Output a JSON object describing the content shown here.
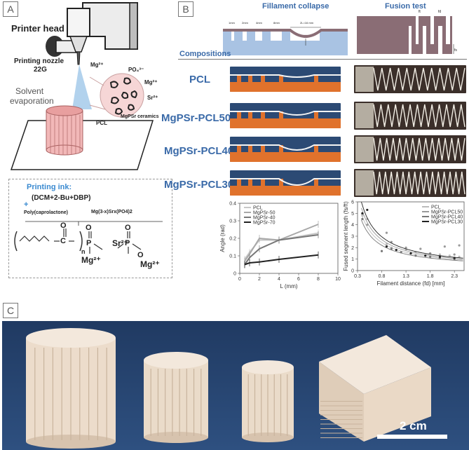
{
  "panel_a": {
    "tag": "A",
    "printer_head": "Printer head",
    "nozzle_line1": "Printing nozzle",
    "nozzle_line2": "22G",
    "solvent_line1": "Solvent",
    "solvent_line2": "evaporation",
    "ion_mg_1": "Mg²⁺",
    "ion_po4": "PO₄³⁻",
    "ion_mg_2": "Mg²⁺",
    "ion_sr": "Sr²⁺",
    "pcl": "PCL",
    "ceramics": "MgPSr ceramics",
    "ink_title": "Printing ink:",
    "ink_solvent": "(DCM+2-Bu+DBP)",
    "ink_plus": "+",
    "polymer_name": "Poly(caprolactone)",
    "ceramic_formula": "Mg(3-x)Srx(PO4)2",
    "chem_o1": "O",
    "chem_o2": "O",
    "chem_o3": "O",
    "chem_o4": "O",
    "chem_c": "C",
    "chem_p1": "P",
    "chem_p2": "P",
    "chem_sr": "Sr²⁺",
    "chem_mg1": "Mg²⁺",
    "chem_mg2": "Mg²⁺",
    "chem_n": "n"
  },
  "panel_b": {
    "tag": "B",
    "col1_title": "Fillament collapse",
    "col2_title": "Fusion test",
    "compositions_label": "Compositions",
    "rows": [
      "PCL",
      "MgPSr-PCL50",
      "MgPSr-PCL40",
      "MgPSr-PCL30"
    ],
    "gap_labels": [
      "1mm",
      "2mm",
      "4mm",
      "8mm",
      "2L=16 mm"
    ],
    "fusion_labels": [
      "fs",
      "fd",
      "ft"
    ]
  },
  "panel_c": {
    "tag": "C",
    "scale_label": "2 cm"
  },
  "colors": {
    "title_blue": "#3a6aa8",
    "orange_print": "#e0722c",
    "blue_bg": "#2c4a74",
    "pink_scaffold": "#f2b8b8"
  },
  "chart_data": [
    {
      "type": "line",
      "title": "",
      "xlabel": "L (mm)",
      "ylabel": "Angle (rad)",
      "xlim": [
        0,
        10
      ],
      "ylim": [
        0,
        0.4
      ],
      "xticks": [
        0,
        2,
        4,
        6,
        8,
        10
      ],
      "yticks": [
        0,
        0.1,
        0.2,
        0.3,
        0.4
      ],
      "legend_position": "top-left",
      "series": [
        {
          "name": "PCL",
          "color": "#c8c8c8",
          "x": [
            0.5,
            1,
            2,
            4,
            8
          ],
          "y": [
            0.08,
            0.12,
            0.19,
            0.19,
            0.23
          ]
        },
        {
          "name": "MgPSr-50",
          "color": "#a8a8a8",
          "x": [
            0.5,
            1,
            2,
            4,
            8
          ],
          "y": [
            0.07,
            0.11,
            0.2,
            0.19,
            0.28
          ]
        },
        {
          "name": "MgPSr-40",
          "color": "#777777",
          "x": [
            0.5,
            1,
            2,
            4,
            8
          ],
          "y": [
            0.05,
            0.09,
            0.14,
            0.19,
            0.22
          ]
        },
        {
          "name": "MgPSr-70",
          "color": "#222222",
          "x": [
            0.5,
            1,
            2,
            4,
            8
          ],
          "y": [
            0.05,
            0.06,
            0.065,
            0.08,
            0.105
          ]
        }
      ]
    },
    {
      "type": "scatter",
      "title": "",
      "xlabel": "Filament distance (fd) [mm]",
      "ylabel": "Fused segment length (fs/ft)",
      "xlim": [
        0.3,
        2.5
      ],
      "ylim": [
        0,
        6
      ],
      "xticks": [
        0.3,
        0.8,
        1.3,
        1.8,
        2.3
      ],
      "yticks": [
        0,
        1,
        2,
        3,
        4,
        5,
        6
      ],
      "legend_position": "top-right",
      "series": [
        {
          "name": "PCL",
          "color": "#bbbbbb",
          "x": [
            0.4,
            0.5,
            0.9,
            1.0,
            1.3,
            1.5,
            1.8,
            2.0,
            2.2,
            2.4
          ],
          "y": [
            4.8,
            4.5,
            2.3,
            2.0,
            1.8,
            1.6,
            1.5,
            1.4,
            1.3,
            1.2
          ]
        },
        {
          "name": "MgPSr-PCL50",
          "color": "#999999",
          "x": [
            0.5,
            0.9,
            1.0,
            1.3,
            1.6,
            1.8,
            2.1,
            2.3,
            2.4
          ],
          "y": [
            4.0,
            3.3,
            2.5,
            2.0,
            1.9,
            1.5,
            2.1,
            1.4,
            2.2
          ]
        },
        {
          "name": "MgPSr-PCL40",
          "color": "#777777",
          "x": [
            0.4,
            0.8,
            1.0,
            1.2,
            1.5,
            1.8,
            2.0,
            2.3
          ],
          "y": [
            4.5,
            1.7,
            1.9,
            1.6,
            1.3,
            1.2,
            1.1,
            1.0
          ]
        },
        {
          "name": "MgPSr-PCL30",
          "color": "#222222",
          "x": [
            0.4,
            0.5,
            0.9,
            1.1,
            1.4,
            1.7,
            2.0,
            2.3
          ],
          "y": [
            5.0,
            5.3,
            2.1,
            1.8,
            1.5,
            1.3,
            1.2,
            1.1
          ]
        }
      ]
    }
  ]
}
